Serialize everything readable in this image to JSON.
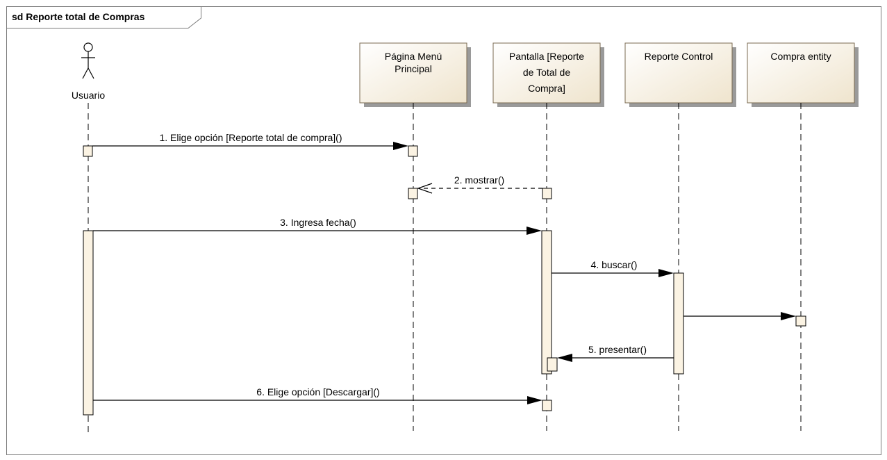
{
  "frame": {
    "title": "sd Reporte total de Compras"
  },
  "actor": {
    "label": "Usuario"
  },
  "lifelines": [
    {
      "id": "menu",
      "lines": [
        "Página Menú",
        "Principal"
      ]
    },
    {
      "id": "pantalla",
      "lines": [
        "Pantalla [Reporte",
        "de Total de",
        "Compra]"
      ]
    },
    {
      "id": "control",
      "lines": [
        "Reporte Control"
      ]
    },
    {
      "id": "entity",
      "lines": [
        "Compra entity"
      ]
    }
  ],
  "messages": [
    {
      "label": "1. Elige opción [Reporte total de compra]()"
    },
    {
      "label": "2. mostrar()"
    },
    {
      "label": "3. Ingresa fecha()"
    },
    {
      "label": "4. buscar()"
    },
    {
      "label": ""
    },
    {
      "label": "5. presentar()"
    },
    {
      "label": "6. Elige opción [Descargar]()"
    }
  ],
  "colors": {
    "box_fill": "#f2ead9",
    "box_shadow": "#9a9a9a",
    "activation_fill": "#fbf3e3",
    "line": "#000000"
  }
}
